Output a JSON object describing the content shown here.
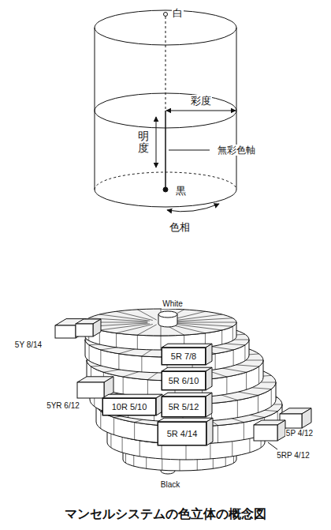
{
  "diagram": {
    "caption": "マンセルシステムの色立体の概念図",
    "nodes": [
      {
        "text": [
          "5R 7/8"
        ]
      },
      {
        "text": [
          "5R 6/10"
        ]
      },
      {
        "text": [
          "10R 5/10"
        ]
      },
      {
        "text": [
          "5R 5/12"
        ]
      },
      {
        "text": [
          "5R 4/14"
        ]
      }
    ],
    "labels": [
      "白",
      "彩度",
      "明度",
      "無彩色軸",
      "黒",
      "色相",
      "White",
      "5Y 8/14",
      "5YR 6/12",
      "5P 4/12",
      "5RP 4/12",
      "Black"
    ]
  }
}
